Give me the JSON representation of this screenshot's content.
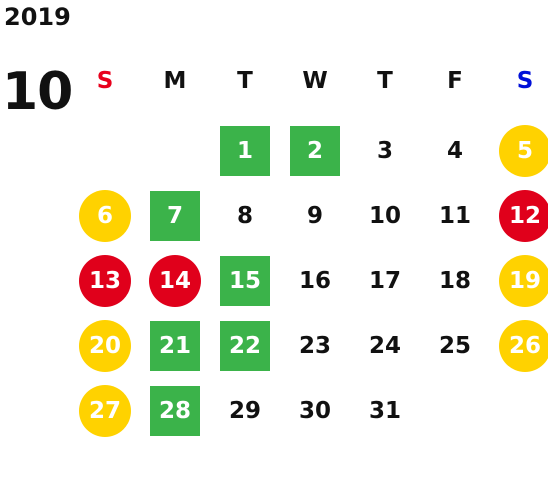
{
  "calendar": {
    "year": "2019",
    "month": "10",
    "weekdays": [
      "S",
      "M",
      "T",
      "W",
      "T",
      "F",
      "S"
    ],
    "colors": {
      "sunday_label": "#e8001c",
      "saturday_label": "#0010d8",
      "green_mark": "#3bb34a",
      "yellow_mark": "#ffd200",
      "red_mark": "#e0001b"
    },
    "weeks": [
      [
        {
          "day": "",
          "mark": "none"
        },
        {
          "day": "",
          "mark": "none"
        },
        {
          "day": "1",
          "mark": "green"
        },
        {
          "day": "2",
          "mark": "green"
        },
        {
          "day": "3",
          "mark": "none"
        },
        {
          "day": "4",
          "mark": "none"
        },
        {
          "day": "5",
          "mark": "yellow"
        }
      ],
      [
        {
          "day": "6",
          "mark": "yellow"
        },
        {
          "day": "7",
          "mark": "green"
        },
        {
          "day": "8",
          "mark": "none"
        },
        {
          "day": "9",
          "mark": "none"
        },
        {
          "day": "10",
          "mark": "none"
        },
        {
          "day": "11",
          "mark": "none"
        },
        {
          "day": "12",
          "mark": "red"
        }
      ],
      [
        {
          "day": "13",
          "mark": "red"
        },
        {
          "day": "14",
          "mark": "red"
        },
        {
          "day": "15",
          "mark": "green"
        },
        {
          "day": "16",
          "mark": "none"
        },
        {
          "day": "17",
          "mark": "none"
        },
        {
          "day": "18",
          "mark": "none"
        },
        {
          "day": "19",
          "mark": "yellow"
        }
      ],
      [
        {
          "day": "20",
          "mark": "yellow"
        },
        {
          "day": "21",
          "mark": "green"
        },
        {
          "day": "22",
          "mark": "green"
        },
        {
          "day": "23",
          "mark": "none"
        },
        {
          "day": "24",
          "mark": "none"
        },
        {
          "day": "25",
          "mark": "none"
        },
        {
          "day": "26",
          "mark": "yellow"
        }
      ],
      [
        {
          "day": "27",
          "mark": "yellow"
        },
        {
          "day": "28",
          "mark": "green"
        },
        {
          "day": "29",
          "mark": "none"
        },
        {
          "day": "30",
          "mark": "none"
        },
        {
          "day": "31",
          "mark": "none"
        },
        {
          "day": "",
          "mark": "none"
        },
        {
          "day": "",
          "mark": "none"
        }
      ]
    ]
  }
}
